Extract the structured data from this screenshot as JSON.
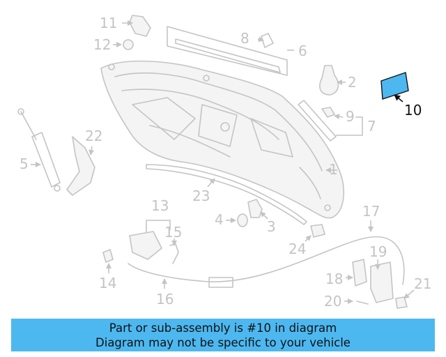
{
  "diagram": {
    "highlight_color": "#4db8f0",
    "callouts": {
      "c1": "1",
      "c2": "2",
      "c3": "3",
      "c4": "4",
      "c5": "5",
      "c6": "6",
      "c7": "7",
      "c8": "8",
      "c9": "9",
      "c10": "10",
      "c11": "11",
      "c12": "12",
      "c13": "13",
      "c14": "14",
      "c15": "15",
      "c16": "16",
      "c17": "17",
      "c18": "18",
      "c19": "19",
      "c20": "20",
      "c21": "21",
      "c22": "22",
      "c23": "23",
      "c24": "24"
    }
  },
  "banner": {
    "line1": "Part or sub-assembly is #10 in diagram",
    "line2": "Diagram may not be specific to your vehicle"
  }
}
